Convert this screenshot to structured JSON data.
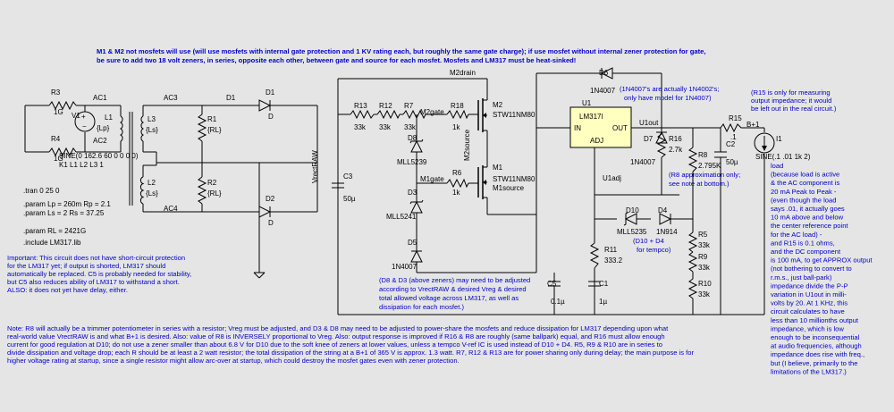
{
  "notes": {
    "top": [
      "M1 & M2 not mosfets will use (will use mosfets with internal gate protection and 1 KV rating each, but roughly the same gate charge); if use mosfet without internal zener protection for gate,",
      "be sure to add two 18 volt zeners, in series, opposite each other, between gate and source for each mosfet. Mosfets and LM317 must be heat-sinked!"
    ],
    "left": [
      "Important: This circuit does not have short-circuit protection",
      "for the LM317 yet; if output is shorted, LM317 should",
      "automatically be replaced. C5 is probably needed for stability,",
      "but C5 also reduces ability of LM317 to withstand a short.",
      "ALSO: it does not yet have delay, either."
    ],
    "bottom": [
      "Note: R8 will actually be a trimmer potentiometer in series with a resistor; Vreg must be adjusted, and D3 & D8 may need to be adjusted to power-share the mosfets and reduce dissipation for LM317 depending upon what",
      "real-world value VrectRAW is and what B+1 is desired. Also: value of R8 is INVERSELY proportional to Vreg.  Also: output response is improved if R16 & R8 are roughly (same ballpark) equal, and R16 must allow enough",
      "current for good regulation at D10; do not use a zener smaller than about 6.8 V for D10 due to the soft knee of zeners at lower values, unless a tempco V-ref IC is used instead of D10 + D4. R5, R9 & R10 are in series to",
      "divide dissipation and voltage drop; each R should be at least a 2 watt resistor; the total dissipation of the string at a B+1 of 365 V is approx. 1.3 watt. R7, R12 & R13 are for power sharing only during delay; the main purpose is for",
      "higher voltage rating at startup, since a single resistor might allow arc-over at startup, which could destroy the mosfet gates even with zener protection."
    ],
    "right": [
      "(R15 is only for measuring",
      "output impedance; it would",
      "be left out in the real circuit.)"
    ],
    "load": [
      "load",
      "(because load is active",
      "& the AC component is",
      "20 mA Peak to Peak -",
      "(even though the load",
      "says .01, it actually goes",
      "10 mA above and below",
      "the center reference point",
      "for the AC load) -",
      "and R15 is 0.1 ohms,",
      "and the DC component",
      "is 100 mA, to get APPROX output",
      "(not bothering to convert to",
      "r.m.s., just ball-park)",
      "impedance divide the P-P",
      "variation in U1out in milli-",
      "volts by 20. At 1 KHz, this",
      "circuit calculates to have",
      "less than 10 millionths output",
      "impedance, which is low",
      "enough to be inconsequential",
      "at audio frequencies, although",
      "impedance does rise with freq.,",
      "but (I believe, primarily to the",
      "limitations of the LM317.)"
    ],
    "d6": [
      "(1N4007's are actually 1N4002's;",
      "only have model for 1N4007)"
    ],
    "r8": [
      "(R8 approximation only;",
      "see note at bottom.)"
    ],
    "zener": [
      "(D8 & D3 (above zeners) may need to be adjusted",
      "according to VrectRAW & desired Vreg & desired",
      "total allowed voltage across LM317, as well as",
      "dissipation for each mosfet.)"
    ],
    "tempco": [
      "(D10 + D4",
      "for tempco)"
    ]
  },
  "directives": [
    ".tran 0 25 0",
    ".param Lp = 260m Rp = 2.1",
    ".param Ls = 2 Rs = 37.25",
    ".param RL = 2421G",
    ".include LM317.lib"
  ],
  "source": {
    "line1": "SINE(0 162.6 60 0 0 0 0)",
    "line2": "K1 L1 L2 L3  1"
  },
  "labels": {
    "R3": "R3",
    "R3v": "1G",
    "R4": "R4",
    "R4v": "1G",
    "V1": "V1",
    "AC1": "AC1",
    "AC2": "AC2",
    "L1": "L1",
    "L1v": "{Lp}",
    "L3": "L3",
    "L3v": "{Ls}",
    "L2": "L2",
    "L2v": "{Ls}",
    "AC3": "AC3",
    "AC4": "AC4",
    "R1": "R1",
    "R1v": "{RL}",
    "R2": "R2",
    "R2v": "{RL}",
    "D1": "D1",
    "D1v": "D",
    "D2": "D2",
    "D2v": "D",
    "VrectRAW": "VrectRAW",
    "C3": "C3",
    "C3v": "50µ",
    "R13": "R13",
    "R13v": "33k",
    "R12": "R12",
    "R12v": "33k",
    "R7": "R7",
    "R7v": "33k",
    "M2gate": "M2gate",
    "R18": "R18",
    "R18v": "1k",
    "M2drain": "M2drain",
    "M2": "M2",
    "M2v": "STW11NM80",
    "M2source": "M2source",
    "D8": "D8",
    "D8v": "MLL5239",
    "M1gate": "M1gate",
    "R6": "R6",
    "R6v": "1k",
    "M1": "M1",
    "M1v": "STW11NM80",
    "M1source": "M1source",
    "D3": "D3",
    "D3v": "MLL5241",
    "D5": "D5",
    "D5v": "1N4007",
    "D6": "D6",
    "D6v": "1N4007",
    "U1": "U1",
    "U1v": "LM317l",
    "IN": "IN",
    "OUT": "OUT",
    "ADJ": "ADJ",
    "U1out": "U1out",
    "U1adj": "U1adj",
    "D7": "D7",
    "D7v": "1N4007",
    "R16": "R16",
    "R16v": "2.7k",
    "R8": "R8",
    "R8v": "2.795K",
    "R15": "R15",
    "R15v": ".1",
    "Bp1": "B+1",
    "C2": "C2",
    "C2v": "50µ",
    "I1": "I1",
    "I1v": "SINE(.1 .01 1k 2)",
    "D10": "D10",
    "D10v": "MLL5235",
    "D4": "D4",
    "D4v": "1N914",
    "R11": "R11",
    "R11v": "333.2",
    "C5": "C5",
    "C5v": "0.1µ",
    "C1": "C1",
    "C1v": "1µ",
    "R5": "R5",
    "R5v": "33k",
    "R9": "R9",
    "R9v": "33k",
    "R10": "R10",
    "R10v": "33k"
  },
  "colors": {
    "background": "#e5e5e5",
    "note": "#0000c8",
    "wire": "#000000",
    "ic_fill": "#ffffc0"
  }
}
